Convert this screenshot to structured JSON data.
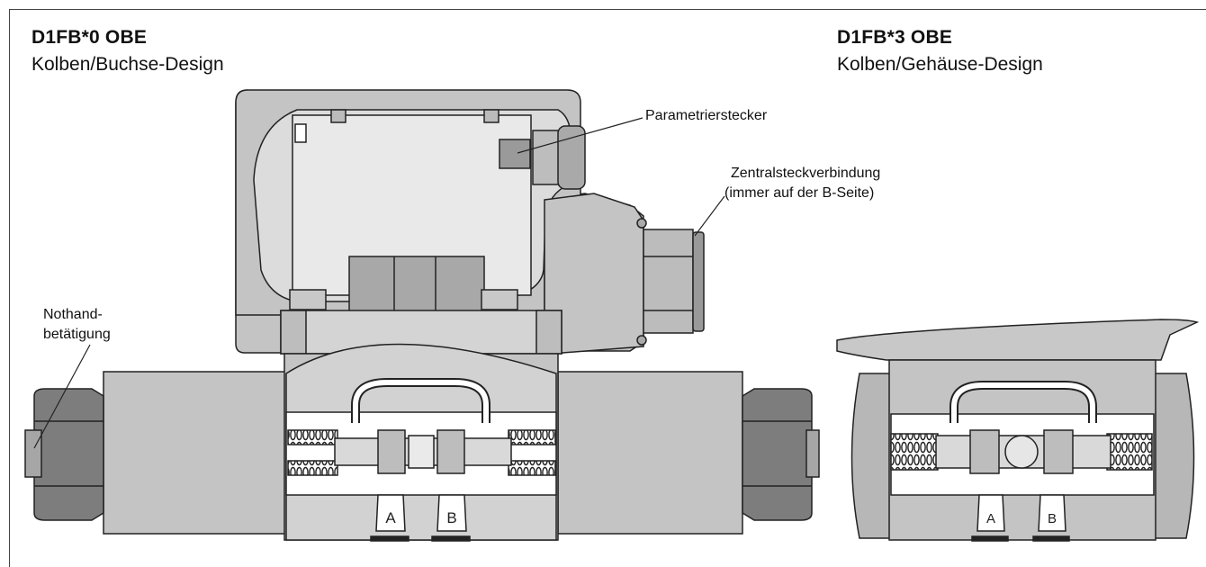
{
  "left_view": {
    "title": "D1FB*0 OBE",
    "subtitle": "Kolben/Buchse-Design",
    "port_a": "A",
    "port_b": "B"
  },
  "right_view": {
    "title": "D1FB*3 OBE",
    "subtitle": "Kolben/Gehäuse-Design",
    "port_a": "A",
    "port_b": "B"
  },
  "callouts": {
    "parameter_plug": "Parametrierstecker",
    "central_connector_line1": "Zentralsteckverbindung",
    "central_connector_line2": "(immer auf der B-Seite)",
    "manual_override_line1": "Nothand-",
    "manual_override_line2": "betätigung"
  },
  "colors": {
    "housing": "#c4c4c4",
    "housing_dark": "#8e8e8e",
    "housing_light": "#e2e2e2",
    "outline": "#222222",
    "section": "#ffffff"
  }
}
